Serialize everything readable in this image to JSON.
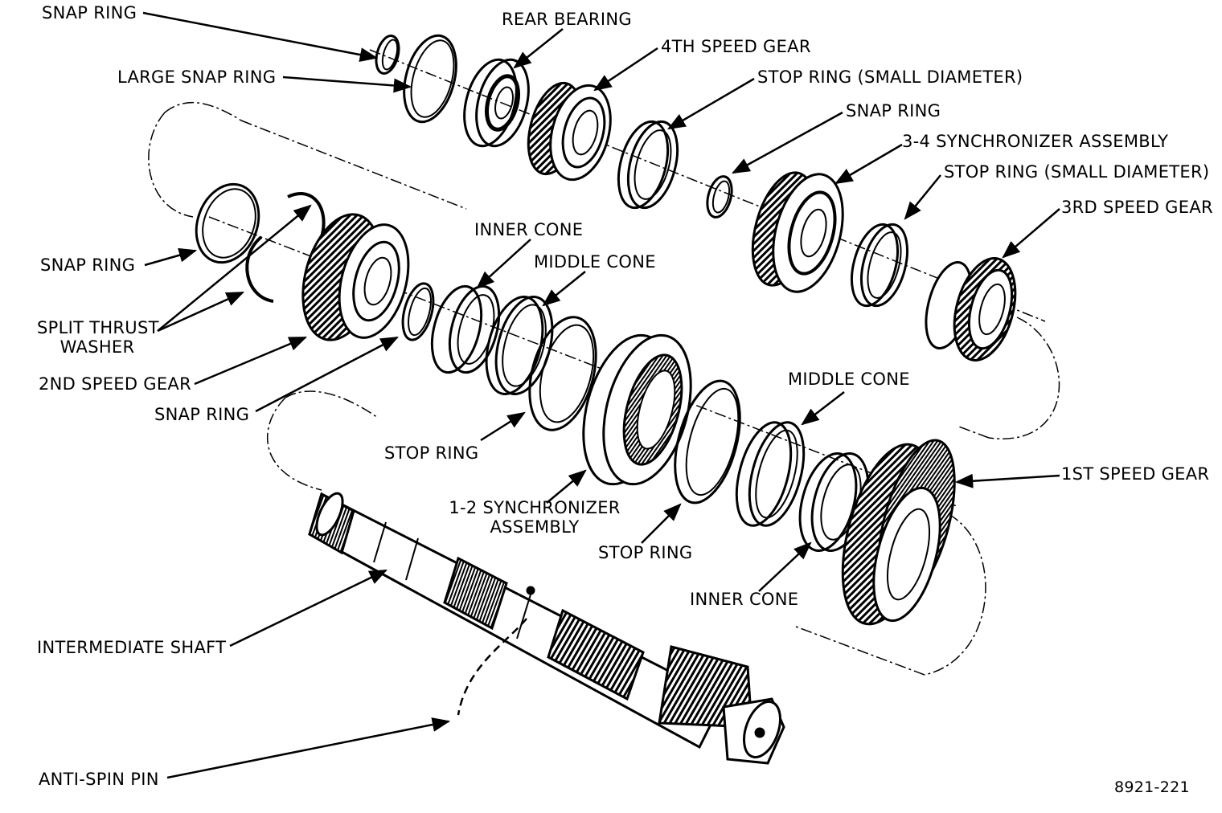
{
  "labels": {
    "snap_ring_top": "SNAP RING",
    "large_snap_ring": "LARGE SNAP RING",
    "rear_bearing": "REAR BEARING",
    "fourth_speed_gear": "4TH SPEED GEAR",
    "stop_ring_small_1": "STOP RING (SMALL DIAMETER)",
    "snap_ring_mid": "SNAP RING",
    "synchro_3_4": "3-4 SYNCHRONIZER ASSEMBLY",
    "stop_ring_small_2": "STOP RING (SMALL DIAMETER)",
    "third_speed_gear": "3RD SPEED GEAR",
    "inner_cone_1": "INNER CONE",
    "middle_cone_1": "MIDDLE CONE",
    "snap_ring_left": "SNAP RING",
    "split_thrust_washer": [
      "SPLIT THRUST",
      "WASHER"
    ],
    "second_speed_gear": "2ND SPEED GEAR",
    "snap_ring_lower": "SNAP RING",
    "middle_cone_2": "MIDDLE CONE",
    "stop_ring_1": "STOP RING",
    "first_speed_gear": "1ST SPEED GEAR",
    "synchro_1_2": [
      "1-2 SYNCHRONIZER",
      "ASSEMBLY"
    ],
    "stop_ring_2": "STOP RING",
    "inner_cone_2": "INNER CONE",
    "intermediate_shaft": "INTERMEDIATE SHAFT",
    "anti_spin_pin": "ANTI-SPIN PIN",
    "figure_id": "8921-221"
  }
}
